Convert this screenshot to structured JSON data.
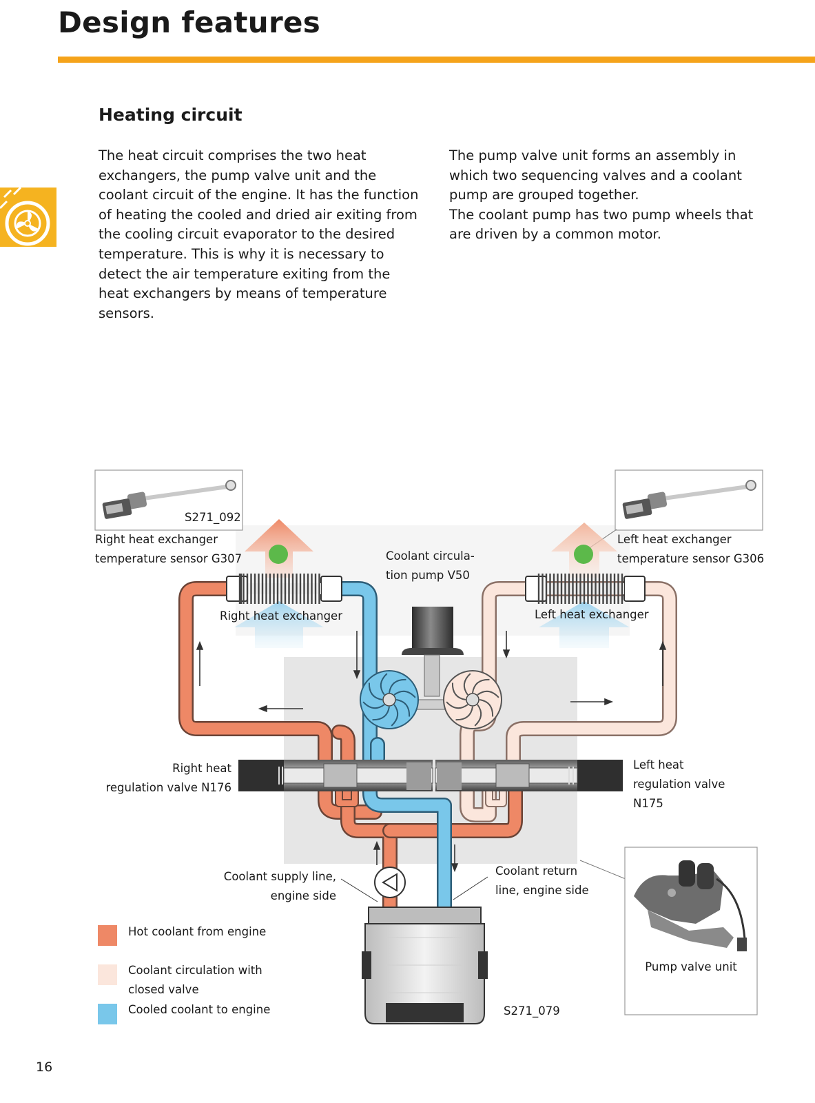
{
  "header": {
    "title": "Design features"
  },
  "section": {
    "title": "Heating circuit"
  },
  "text": {
    "left_paragraphs": [
      "The heat circuit comprises the two heat exchangers, the pump valve unit and the coolant circuit of the engine. It has the function of heating the cooled and dried air exiting from the cooling circuit evaporator to the desired temperature. This is why it is necessary to detect the air temperature exiting from the heat exchangers by means of temperature sensors."
    ],
    "right_paragraphs": [
      "The pump valve unit forms an assembly in which two sequencing valves and a coolant pump are grouped together.",
      "The coolant pump has two pump wheels that are driven by a common motor."
    ]
  },
  "diagram": {
    "sensor_image_code": "S271_092",
    "figure_code": "S271_079",
    "labels": {
      "right_sensor": [
        "Right heat exchanger",
        "temperature sensor G307"
      ],
      "left_sensor": [
        "Left heat exchanger",
        "temperature sensor G306"
      ],
      "pump": [
        "Coolant circula-",
        "tion pump V50"
      ],
      "right_exchanger": "Right heat exchanger",
      "left_exchanger": "Left heat exchanger",
      "right_valve": [
        "Right heat",
        "regulation valve N176"
      ],
      "left_valve": [
        "Left heat",
        "regulation valve",
        "N175"
      ],
      "supply_line": [
        "Coolant supply line,",
        "engine side"
      ],
      "return_line": [
        "Coolant return",
        "line, engine side"
      ],
      "pump_valve_unit": "Pump valve unit"
    },
    "legend": [
      {
        "label": [
          "Hot coolant from engine"
        ],
        "color": "#ee8866"
      },
      {
        "label": [
          "Coolant circulation with",
          "closed valve"
        ],
        "color": "#fbe6dc"
      },
      {
        "label": [
          "Cooled coolant to engine"
        ],
        "color": "#79c7ea"
      }
    ],
    "colors": {
      "hot": "#ee8866",
      "closed": "#fbe6dc",
      "cooled": "#79c7ea",
      "accent": "#f5a31a",
      "sensor_dot": "#5cb94a"
    }
  },
  "footer": {
    "page_number": "16"
  }
}
